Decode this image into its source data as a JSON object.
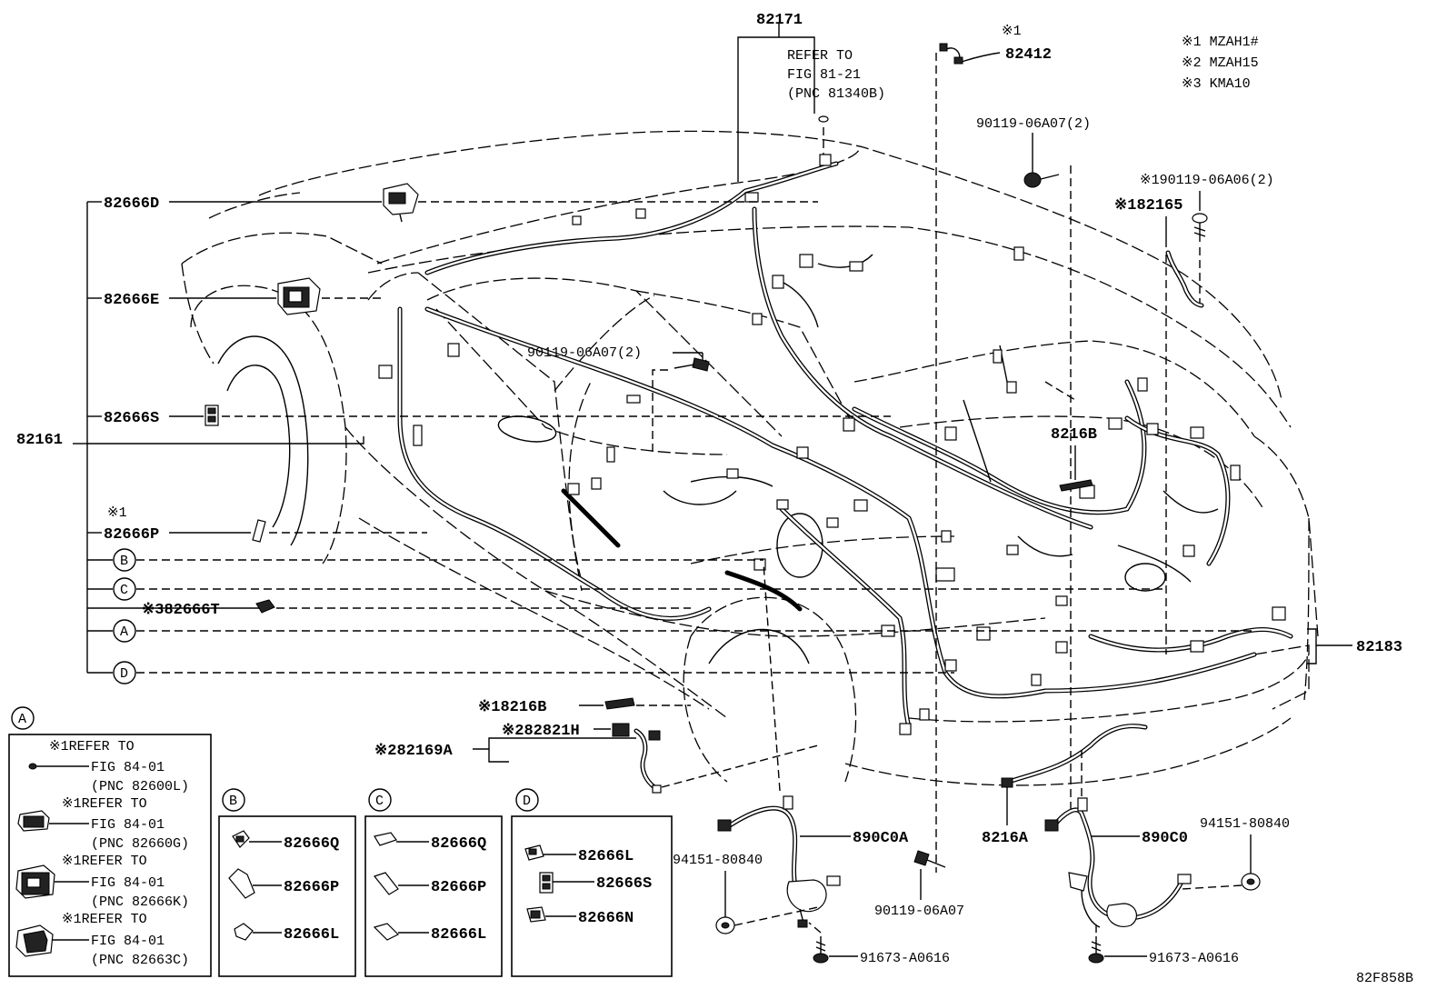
{
  "diagram": {
    "drawing_id": "82F858B",
    "legend": {
      "l1": "※1 MZAH1#",
      "l2": "※2 MZAH15",
      "l3": "※3 KMA10"
    },
    "top": {
      "p82171": "82171",
      "refer1": "REFER TO",
      "refer2": "FIG 81-21",
      "refer3": "(PNC 81340B)",
      "mark1": "※1",
      "p82412": "82412",
      "bolt_a": "90119-06A07(2)",
      "bolt_b": "※190119-06A06(2)",
      "p82165": "※182165"
    },
    "left": {
      "p82161": "82161",
      "p82666D": "82666D",
      "p82666E": "82666E",
      "p82666S": "82666S",
      "mark1": "※1",
      "p82666P": "82666P",
      "circB": "B",
      "circC": "C",
      "p82666T": "※382666T",
      "circA": "A",
      "circD": "D"
    },
    "center": {
      "bolt_mid": "90119-06A07(2)",
      "p8216B_r": "8216B",
      "p8216B_l": "※18216B",
      "p82821H": "※282821H",
      "p82169A": "※282169A"
    },
    "right": {
      "p82183": "82183"
    },
    "bottom": {
      "p890C0A": "890C0A",
      "p94151_l": "94151-80840",
      "p91673_l": "91673-A0616",
      "bolt_bot": "90119-06A07",
      "p8216A": "8216A",
      "p890C0": "890C0",
      "p94151_r": "94151-80840",
      "p91673_r": "91673-A0616"
    },
    "inset_a": {
      "title": "A",
      "r1a": "※1REFER TO",
      "r1b": "FIG 84-01",
      "r1c": "(PNC 82600L)",
      "r2a": "※1REFER TO",
      "r2b": "FIG 84-01",
      "r2c": "(PNC 82660G)",
      "r3a": "※1REFER TO",
      "r3b": "FIG 84-01",
      "r3c": "(PNC 82666K)",
      "r4a": "※1REFER TO",
      "r4b": "FIG 84-01",
      "r4c": "(PNC 82663C)"
    },
    "inset_b": {
      "title": "B",
      "i1": "82666Q",
      "i2": "82666P",
      "i3": "82666L"
    },
    "inset_c": {
      "title": "C",
      "i1": "82666Q",
      "i2": "82666P",
      "i3": "82666L"
    },
    "inset_d": {
      "title": "D",
      "i1": "82666L",
      "i2": "82666S",
      "i3": "82666N"
    }
  }
}
